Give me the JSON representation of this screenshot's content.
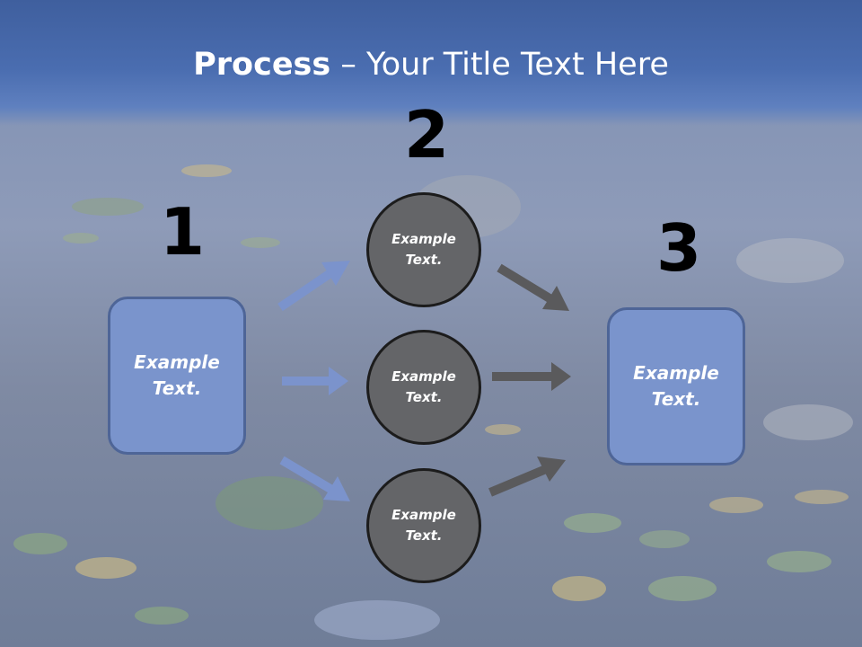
{
  "title": {
    "bold": "Process",
    "rest": " – Your Title Text Here"
  },
  "steps": [
    {
      "number": "1"
    },
    {
      "number": "2"
    },
    {
      "number": "3"
    }
  ],
  "boxes": {
    "left": "Example\nText.",
    "right": "Example\nText."
  },
  "circles": [
    {
      "text": "Example\nText."
    },
    {
      "text": "Example\nText."
    },
    {
      "text": "Example\nText."
    }
  ],
  "colors": {
    "title_band": "#4a6db0",
    "box_fill": "#7a94cc",
    "circle_fill": "#646568",
    "arrow_blue": "#7b93cc",
    "arrow_dark": "#5a5a5c"
  }
}
